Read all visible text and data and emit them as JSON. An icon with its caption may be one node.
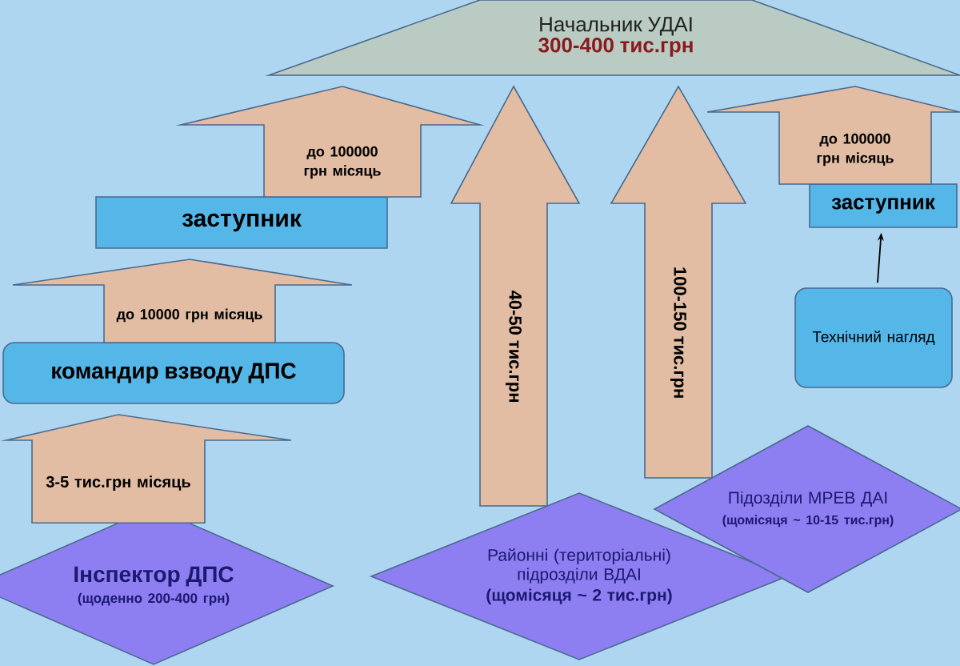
{
  "diagram": {
    "nodes": [
      {
        "text": [
          "Начальник УДАІ",
          "300-400 тис.грн"
        ]
      },
      {
        "text": [
          "заступник"
        ]
      },
      {
        "text": [
          "командир взводу ДПС"
        ]
      },
      {
        "text": [
          "Інспектор ДПС",
          "(щоденно 200-400 грн)"
        ]
      },
      {
        "text": [
          "Районні (територіальні) підрозділи ВДАІ",
          "(щомісяця ~ 2 тис.грн)"
        ]
      },
      {
        "text": [
          "заступник"
        ]
      },
      {
        "text": [
          "Технічний нагляд"
        ]
      },
      {
        "text": [
          "Підозділи МРЕВ ДАІ",
          "(щомісяця ~ 10-15 тис.грн)"
        ]
      }
    ],
    "edges": [
      {
        "from": 3,
        "to": 2,
        "arrow": "to",
        "label": "3-5 тис.грн місяць"
      },
      {
        "from": 2,
        "to": 1,
        "arrow": "to",
        "label": "до 10000 грн місяць"
      },
      {
        "from": 1,
        "to": 0,
        "arrow": "to",
        "label": "до 100000 грн місяць"
      },
      {
        "from": 4,
        "to": 0,
        "arrow": "to",
        "label": "40-50 тис.грн"
      },
      {
        "from": 7,
        "to": 0,
        "arrow": "to",
        "label": "100-150 тис.грн"
      },
      {
        "from": 5,
        "to": 0,
        "arrow": "to",
        "label": "до 100000 грн місяць"
      },
      {
        "from": 6,
        "to": 5,
        "arrow": "to"
      }
    ]
  }
}
